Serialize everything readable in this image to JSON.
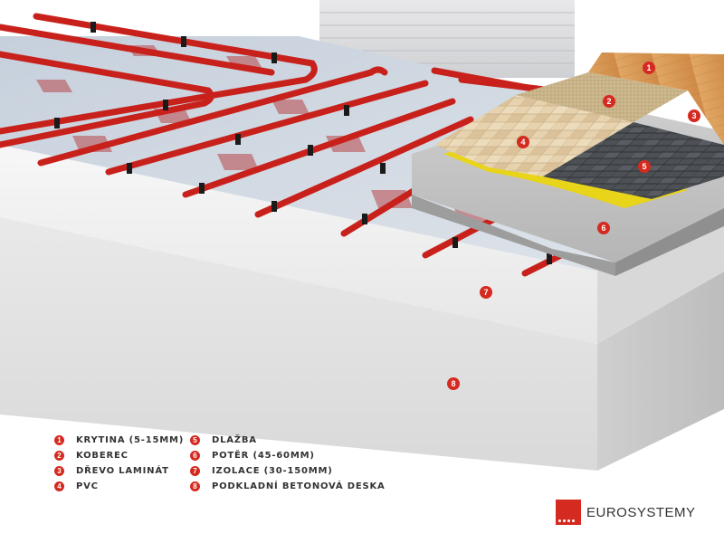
{
  "markers": [
    {
      "num": "1",
      "label": "KRYTINA (5-15MM)"
    },
    {
      "num": "2",
      "label": "KOBEREC"
    },
    {
      "num": "3",
      "label": "DŘEVO LAMINÁT"
    },
    {
      "num": "4",
      "label": "PVC"
    },
    {
      "num": "5",
      "label": "DLAŽBA"
    },
    {
      "num": "6",
      "label": "POTĚR (45-60MM)"
    },
    {
      "num": "7",
      "label": "IZOLACE (30-150MM)"
    },
    {
      "num": "8",
      "label": "PODKLADNÍ BETONOVÁ DESKA"
    }
  ],
  "logo": {
    "text": "EUROSYSTEMY"
  },
  "colors": {
    "accent": "#d42a20",
    "pipe": "#c8211b",
    "clip": "#1a1a1a",
    "concrete": "#e4e4e4",
    "insulation": "#f2f2f2",
    "screed": "#c9c9c9",
    "wood": "#d99a55",
    "carpet": "#c9b48a",
    "tiles_light": "#e3cda8",
    "tiles_dark": "#4a4d52",
    "pvc_layer": "#e8d418"
  }
}
